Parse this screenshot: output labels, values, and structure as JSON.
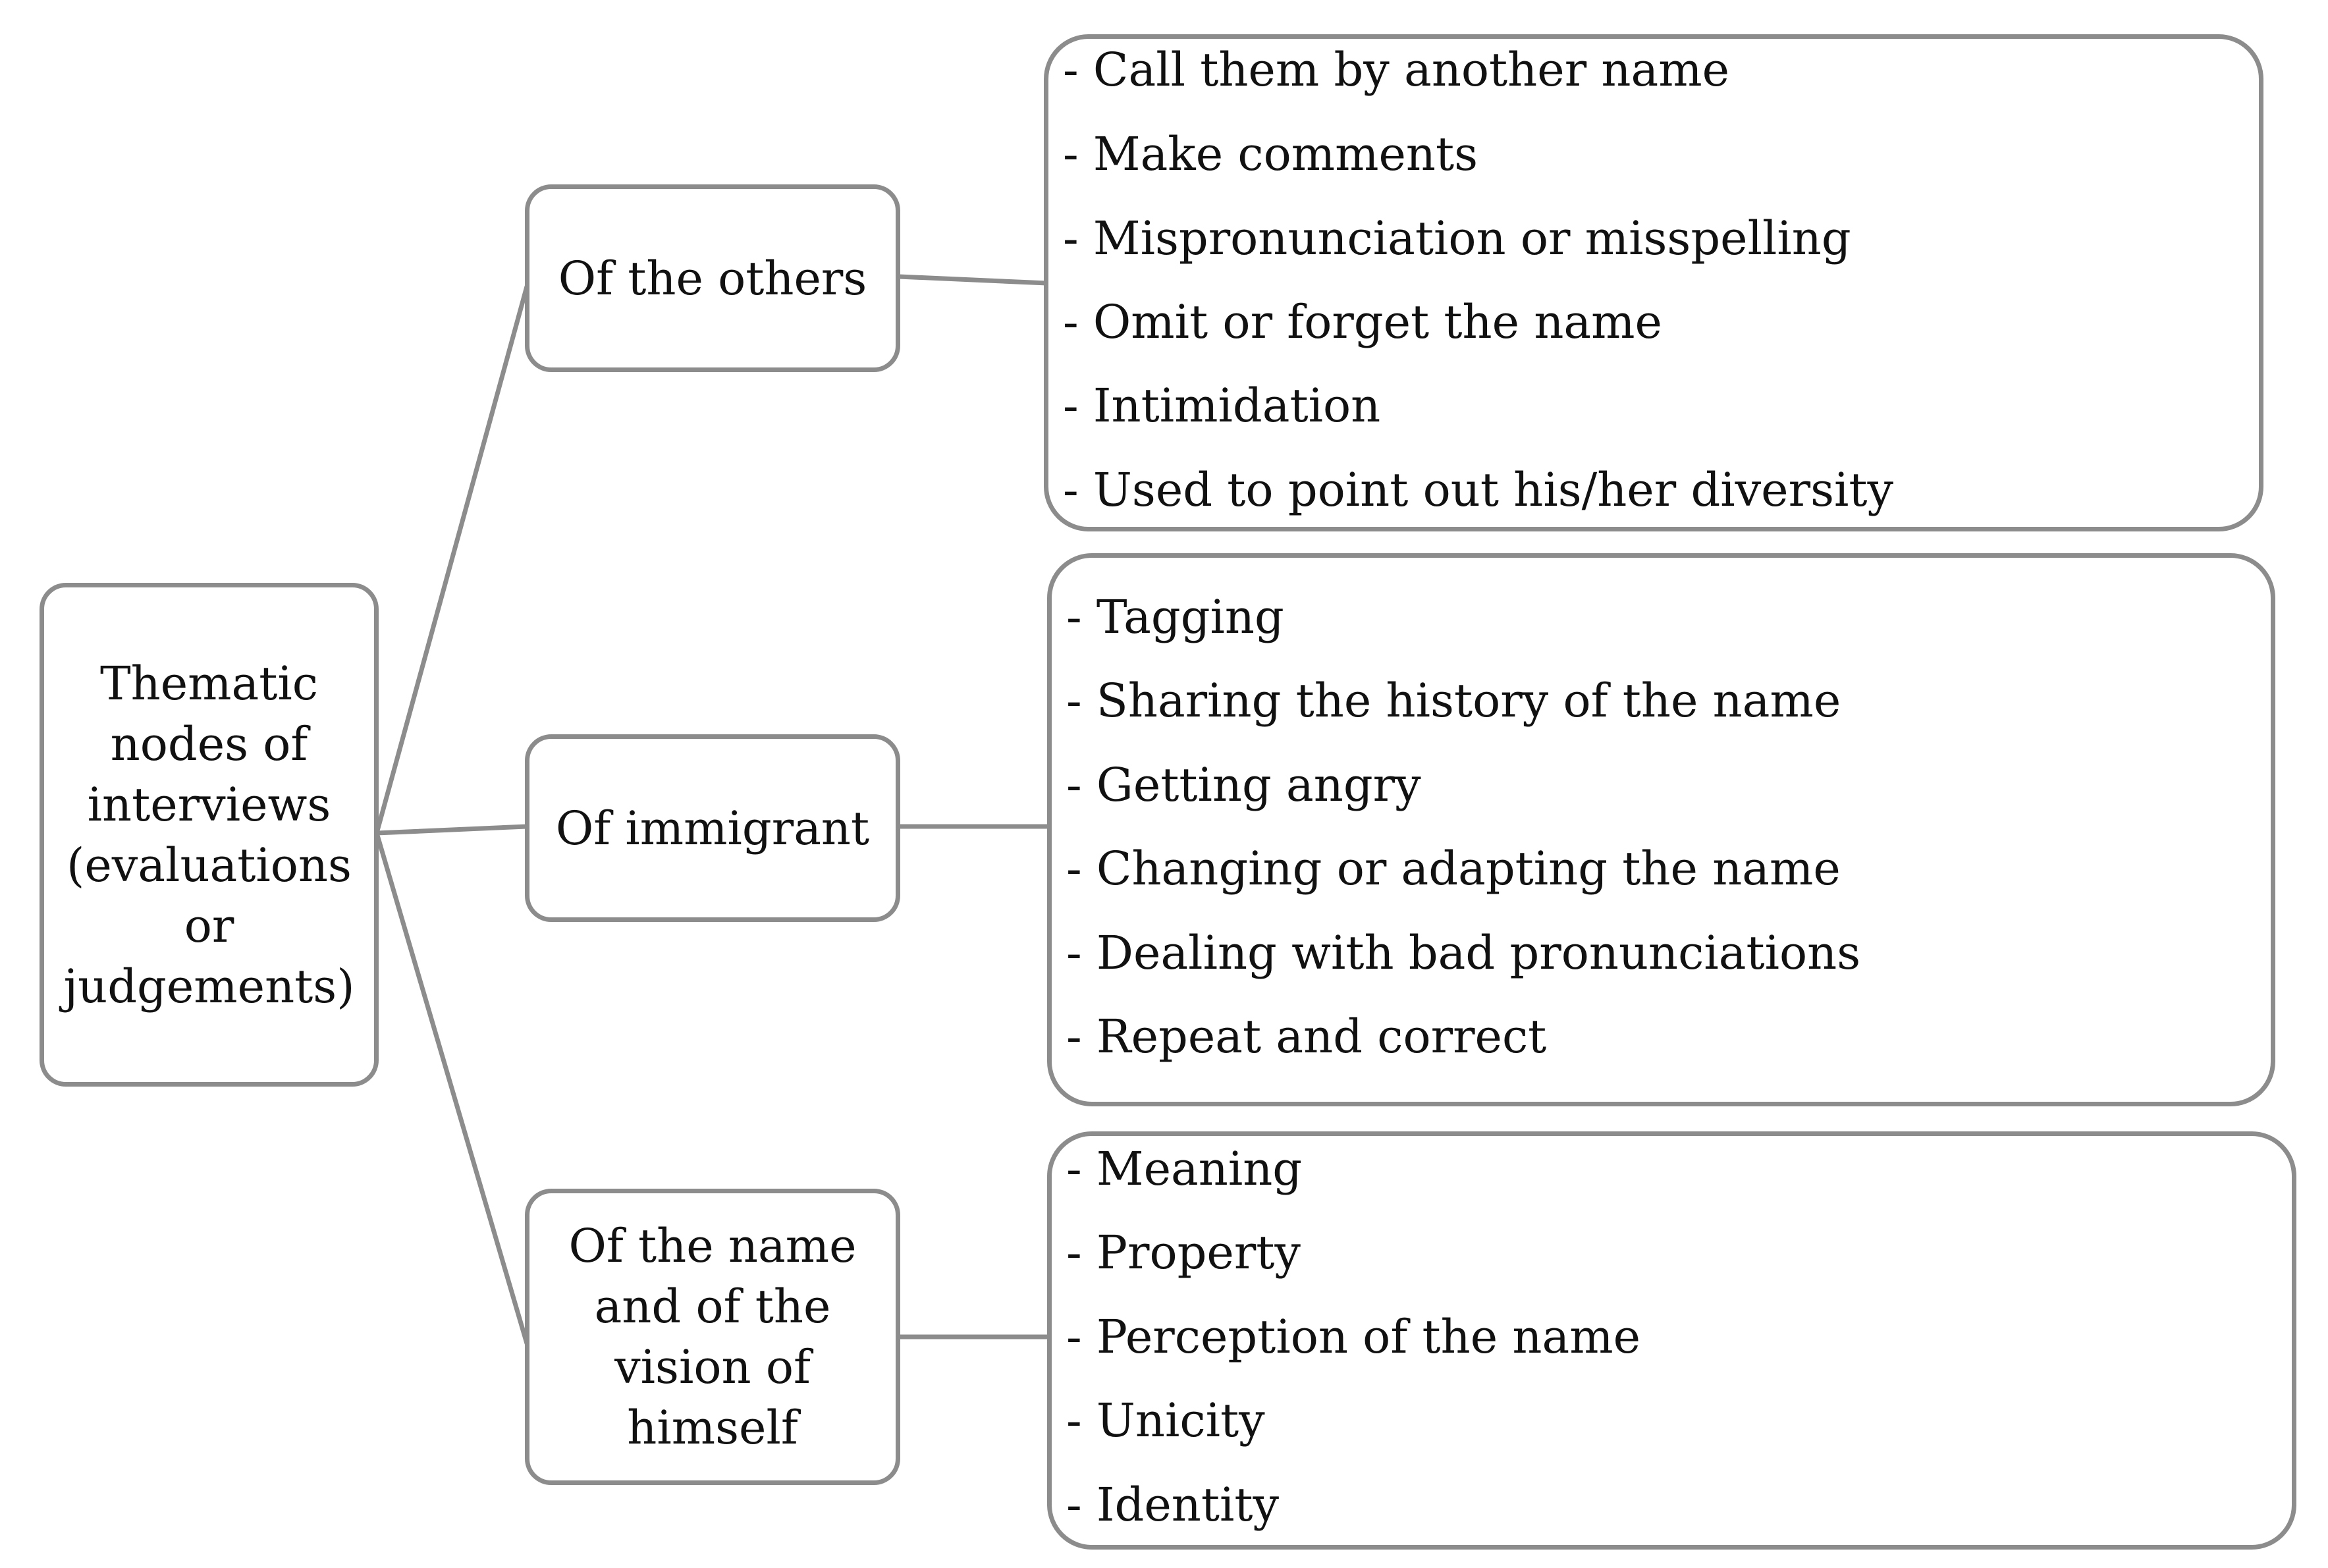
{
  "diagram": {
    "root": {
      "label_lines": [
        "Thematic",
        "nodes of",
        "interviews",
        "(evaluations",
        "or",
        "judgements)"
      ]
    },
    "branches": [
      {
        "label_lines": [
          "Of the others"
        ],
        "items": [
          "- Call them by another name",
          "- Make comments",
          "- Mispronunciation or misspelling",
          "- Omit or forget the name",
          "- Intimidation",
          "- Used to point out his/her diversity"
        ]
      },
      {
        "label_lines": [
          "Of immigrant"
        ],
        "items": [
          "- Tagging",
          "- Sharing the history of the name",
          "- Getting angry",
          "- Changing or adapting the name",
          "- Dealing with bad pronunciations",
          "- Repeat and correct"
        ]
      },
      {
        "label_lines": [
          "Of the name",
          "and of the",
          "vision of",
          "himself"
        ],
        "items": [
          "- Meaning",
          "- Property",
          "- Perception of the name",
          "- Unicity",
          "- Identity"
        ]
      }
    ]
  },
  "colors": {
    "line": "#8c8c8c",
    "text": "#111111",
    "background": "#ffffff"
  }
}
